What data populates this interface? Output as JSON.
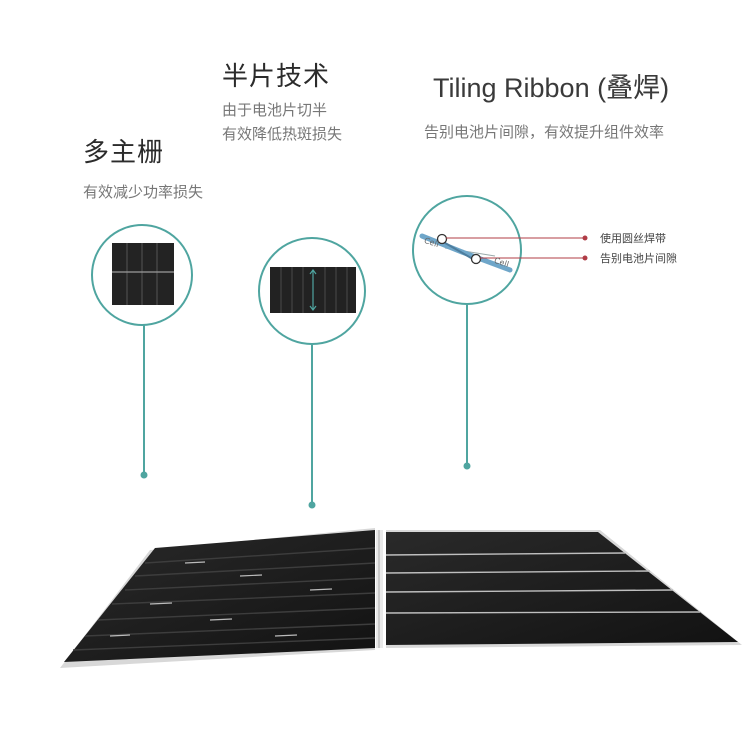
{
  "features": [
    {
      "title": "多主栅",
      "desc": [
        "有效减少功率损失"
      ]
    },
    {
      "title": "半片技术",
      "desc": [
        "由于电池片切半",
        "有效降低热斑损失"
      ]
    },
    {
      "title": "Tiling Ribbon (叠焊)",
      "desc": [
        "告别电池片间隙，有效提升组件效率"
      ]
    }
  ],
  "ribbon_detail": {
    "cell_label": "Cell",
    "annotations": [
      "使用圆丝焊带",
      "告别电池片间隙"
    ]
  },
  "colors": {
    "teal": "#4fa5a0",
    "panel": "#1a1a1a",
    "accent_red": "#b03c46"
  }
}
